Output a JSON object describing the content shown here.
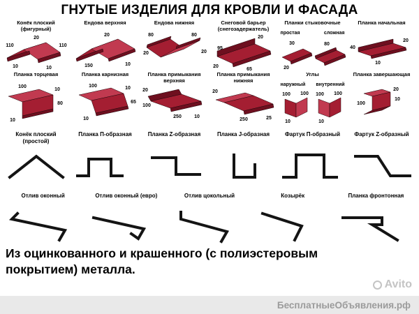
{
  "title": "ГНУТЫЕ ИЗДЕЛИЯ ДЛЯ КРОВЛИ И ФАСАДА",
  "products_row1": [
    {
      "name": "Конёк плоский (фигурный)",
      "dims": [
        "20",
        "110",
        "110",
        "10",
        "10"
      ]
    },
    {
      "name": "Ендова верхняя",
      "dims": [
        "20",
        "150",
        "10"
      ]
    },
    {
      "name": "Ендова нижняя",
      "dims": [
        "80",
        "80",
        "20",
        "20"
      ]
    },
    {
      "name": "Снеговой барьер (снегозадержатель)",
      "dims": [
        "20",
        "95",
        "65",
        "20"
      ]
    },
    {
      "name": "Планки стыковочные",
      "variant1": "простая",
      "variant2": "сложная",
      "dims": [
        "30",
        "80",
        "20"
      ]
    },
    {
      "name": "Планка начальная",
      "dims": [
        "20",
        "40",
        "10"
      ]
    }
  ],
  "products_row2": [
    {
      "name": "Планка торцевая",
      "dims": [
        "100",
        "10",
        "80",
        "10"
      ]
    },
    {
      "name": "Планка карнизная",
      "dims": [
        "100",
        "10",
        "65",
        "10"
      ]
    },
    {
      "name": "Планка примыкания верхняя",
      "dims": [
        "20",
        "100",
        "250",
        "10"
      ]
    },
    {
      "name": "Планка примыкания нижняя",
      "dims": [
        "20",
        "250",
        "25"
      ]
    },
    {
      "name": "Углы",
      "variant1": "наружный",
      "variant2": "внутренний",
      "dims": [
        "100",
        "100",
        "10",
        "100",
        "100",
        "10"
      ]
    },
    {
      "name": "Планка завершающая",
      "dims": [
        "20",
        "10",
        "100"
      ]
    }
  ],
  "profiles_row1": [
    {
      "name": "Конёк плоский (простой)"
    },
    {
      "name": "Планка П-образная"
    },
    {
      "name": "Планка Z-образная"
    },
    {
      "name": "Планка J-образная"
    },
    {
      "name": "Фартук П-образный"
    },
    {
      "name": "Фартук Z-образный"
    }
  ],
  "profiles_row2": [
    {
      "name": "Отлив оконный"
    },
    {
      "name": "Отлив оконный (евро)"
    },
    {
      "name": "Отлив цокольный"
    },
    {
      "name": "Козырёк"
    },
    {
      "name": "Планка фронтонная"
    }
  ],
  "footer_text": "Из оцинкованного и крашенного (с полиэстеровым покрытием) металла.",
  "watermark_text": "Avito",
  "bottom_bar_text": "БесплатныеОбъявления.рф",
  "colors": {
    "metal_dark": "#6e0f1f",
    "metal_mid": "#a41e32",
    "metal_light": "#c13a50",
    "profile_line": "#141414",
    "bottom_bar_bg": "#e9e9e9",
    "watermark_gray": "#c4c4c4"
  }
}
